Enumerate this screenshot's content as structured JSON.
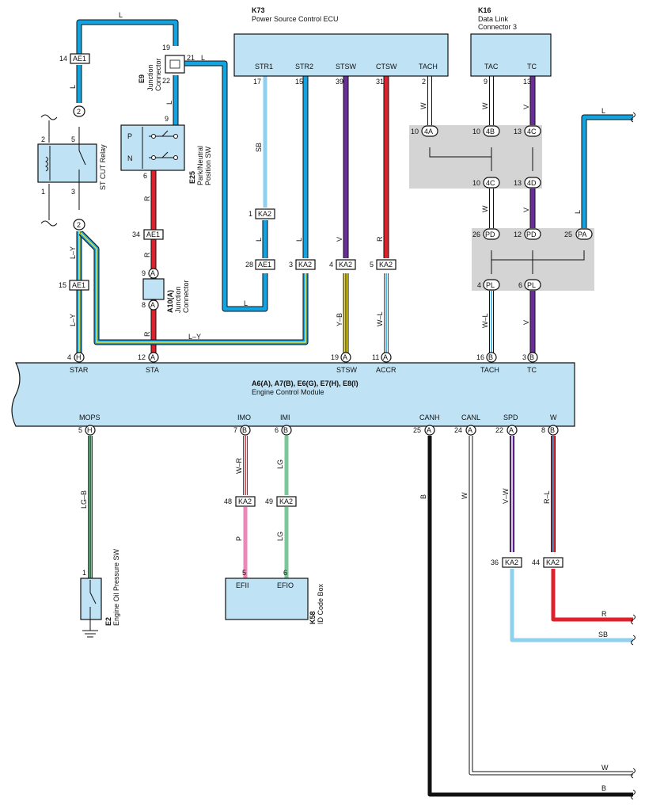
{
  "components": {
    "k73": {
      "code": "K73",
      "name": "Power Source Control ECU",
      "pins": [
        "STR1",
        "STR2",
        "STSW",
        "CTSW",
        "TACH"
      ],
      "pin_nums": [
        "17",
        "15",
        "39",
        "31",
        "2"
      ]
    },
    "k16": {
      "code": "K16",
      "name1": "Data Link",
      "name2": "Connector 3",
      "pins": [
        "TAC",
        "TC"
      ],
      "pin_nums": [
        "9",
        "13"
      ]
    },
    "ecm": {
      "code": "A6(A), A7(B), E6(G), E7(H), E8(I)",
      "name": "Engine Control Module",
      "top_pins": [
        "STAR",
        "STA",
        "STSW",
        "ACCR",
        "TACH",
        "TC"
      ],
      "bottom_pins": [
        "MOPS",
        "IMO",
        "IMI",
        "CANH",
        "CANL",
        "SPD",
        "W"
      ]
    },
    "e9": {
      "code": "E9",
      "name1": "Junction",
      "name2": "Connector",
      "pins": [
        "19",
        "21",
        "22",
        "9"
      ]
    },
    "e25": {
      "code": "E25",
      "name1": "Park/Neutral",
      "name2": "Position SW",
      "p": "P",
      "n": "N",
      "pin": "6"
    },
    "relay": {
      "name": "ST CUT Relay",
      "pins": [
        "2",
        "5",
        "1",
        "3"
      ]
    },
    "a10": {
      "code": "A10(A)",
      "name1": "Junction",
      "name2": "Connector"
    },
    "e2": {
      "code": "E2",
      "name": "Engine Oil Pressure SW",
      "pin": "1"
    },
    "k58": {
      "code": "K58",
      "name": "ID Code Box",
      "pins": [
        "EFII",
        "EFIO"
      ],
      "pin_nums": [
        "5",
        "6"
      ]
    }
  },
  "connectors": {
    "ae1_14": {
      "num": "14",
      "id": "AE1"
    },
    "ae1_34": {
      "num": "34",
      "id": "AE1"
    },
    "ae1_15": {
      "num": "15",
      "id": "AE1"
    },
    "ae1_28": {
      "num": "28",
      "id": "AE1"
    },
    "ka2_1": {
      "num": "1",
      "id": "KA2"
    },
    "ka2_3": {
      "num": "3",
      "id": "KA2"
    },
    "ka2_4": {
      "num": "4",
      "id": "KA2"
    },
    "ka2_5": {
      "num": "5",
      "id": "KA2"
    },
    "ka2_48": {
      "num": "48",
      "id": "KA2"
    },
    "ka2_49": {
      "num": "49",
      "id": "KA2"
    },
    "ka2_36": {
      "num": "36",
      "id": "KA2"
    },
    "ka2_44": {
      "num": "44",
      "id": "KA2"
    },
    "j4a": {
      "num": "10",
      "id": "4A"
    },
    "j4b": {
      "num": "10",
      "id": "4B"
    },
    "j4c_top": {
      "num": "13",
      "id": "4C"
    },
    "j4c_bot": {
      "num": "10",
      "id": "4C"
    },
    "j4d": {
      "num": "13",
      "id": "4D"
    },
    "pd26": {
      "num": "26",
      "id": "PD"
    },
    "pd12": {
      "num": "12",
      "id": "PD"
    },
    "pa25": {
      "num": "25",
      "id": "PA"
    },
    "pl4": {
      "num": "4",
      "id": "PL"
    },
    "pl6": {
      "num": "6",
      "id": "PL"
    },
    "c2a": {
      "id": "2"
    },
    "c2b": {
      "id": "2"
    },
    "a9": {
      "num": "9",
      "id": "A"
    },
    "a8": {
      "num": "8",
      "id": "A"
    }
  },
  "ecm_pins": {
    "star": {
      "num": "4",
      "id": "H"
    },
    "sta": {
      "num": "12",
      "id": "A"
    },
    "stsw": {
      "num": "19",
      "id": "A"
    },
    "accr": {
      "num": "11",
      "id": "A"
    },
    "tach": {
      "num": "16",
      "id": "B"
    },
    "tc": {
      "num": "3",
      "id": "B"
    },
    "mops": {
      "num": "5",
      "id": "H"
    },
    "imo": {
      "num": "7",
      "id": "B"
    },
    "imi": {
      "num": "6",
      "id": "B"
    },
    "canh": {
      "num": "25",
      "id": "A"
    },
    "canl": {
      "num": "24",
      "id": "A"
    },
    "spd": {
      "num": "22",
      "id": "A"
    },
    "w": {
      "num": "8",
      "id": "B"
    }
  },
  "wire_colors": {
    "L": "L",
    "SB": "SB",
    "R": "R",
    "V": "V",
    "W": "W",
    "LY": "L–Y",
    "YB": "Y–B",
    "WL": "W–L",
    "LGB": "LG–B",
    "WR": "W–R",
    "LG": "LG",
    "P": "P",
    "B": "B",
    "VW": "V–W",
    "RL": "R–L"
  },
  "palette": {
    "blue": "#12a4e2",
    "skyblue": "#8fd0ef",
    "purple": "#6b2d9a",
    "red": "#e0202a",
    "yellow": "#f2e12c",
    "green": "#7cc69a",
    "pink": "#ee86b6",
    "black": "#111111",
    "white_wire": "#ffffff",
    "box_fill": "#bfe2f5",
    "gray_block": "#d4d4d4"
  }
}
